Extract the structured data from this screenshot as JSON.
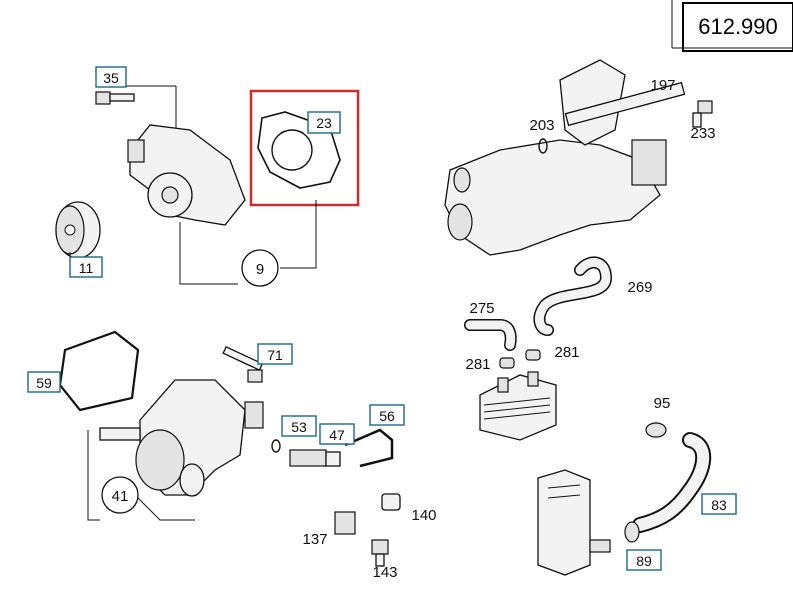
{
  "diagram_id": "612.990",
  "callouts": {
    "c35": "35",
    "c23": "23",
    "c11": "11",
    "c9": "9",
    "c197": "197",
    "c203": "203",
    "c233": "233",
    "c269": "269",
    "c275": "275",
    "c281a": "281",
    "c281b": "281",
    "c59": "59",
    "c71": "71",
    "c53": "53",
    "c47": "47",
    "c56": "56",
    "c41": "41",
    "c140": "140",
    "c137": "137",
    "c143": "143",
    "c95": "95",
    "c83": "83",
    "c89": "89"
  },
  "colors": {
    "highlight": "#cc2b2b",
    "callout_box": "#1b6a8a",
    "ink": "#111111"
  }
}
